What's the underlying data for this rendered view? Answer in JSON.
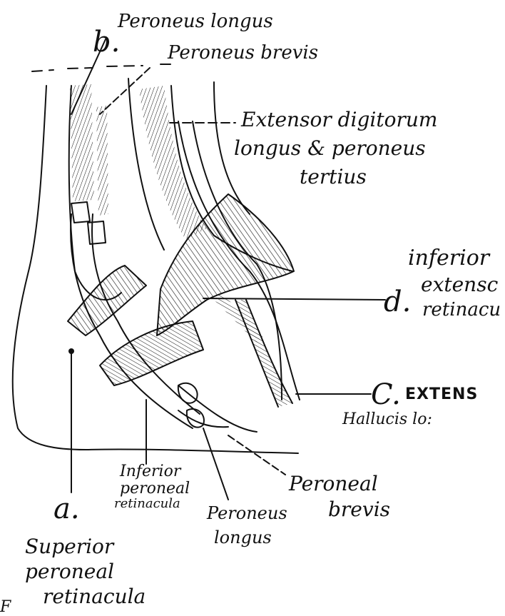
{
  "labels": {
    "b_letter": "b.",
    "b_line1": "Peroneus longus",
    "b_line2": "Peroneus brevis",
    "ext_line1": "Extensor digitorum",
    "ext_line2": "longus & peroneus",
    "ext_line3": "tertius",
    "d_line1": "inferior",
    "d_line2": "extensc",
    "d_letter": "d.",
    "d_line3": "retinacu",
    "c_letter": "C.",
    "c_line1": "EXTENS",
    "c_line2": "Hallucis lo:",
    "inf_line1": "Inferior",
    "inf_line2": "peroneal",
    "inf_line3": "retinacula",
    "pl_line1": "Peroneus",
    "pl_line2": "longus",
    "pb_line1": "Peroneal",
    "pb_line2": "brevis",
    "a_letter": "a.",
    "a_line1": "Superior",
    "a_line2": "peroneal",
    "a_line3": "retinacula",
    "corner_mark": "F"
  },
  "colors": {
    "ink": "#111111",
    "paper": "#ffffff"
  }
}
